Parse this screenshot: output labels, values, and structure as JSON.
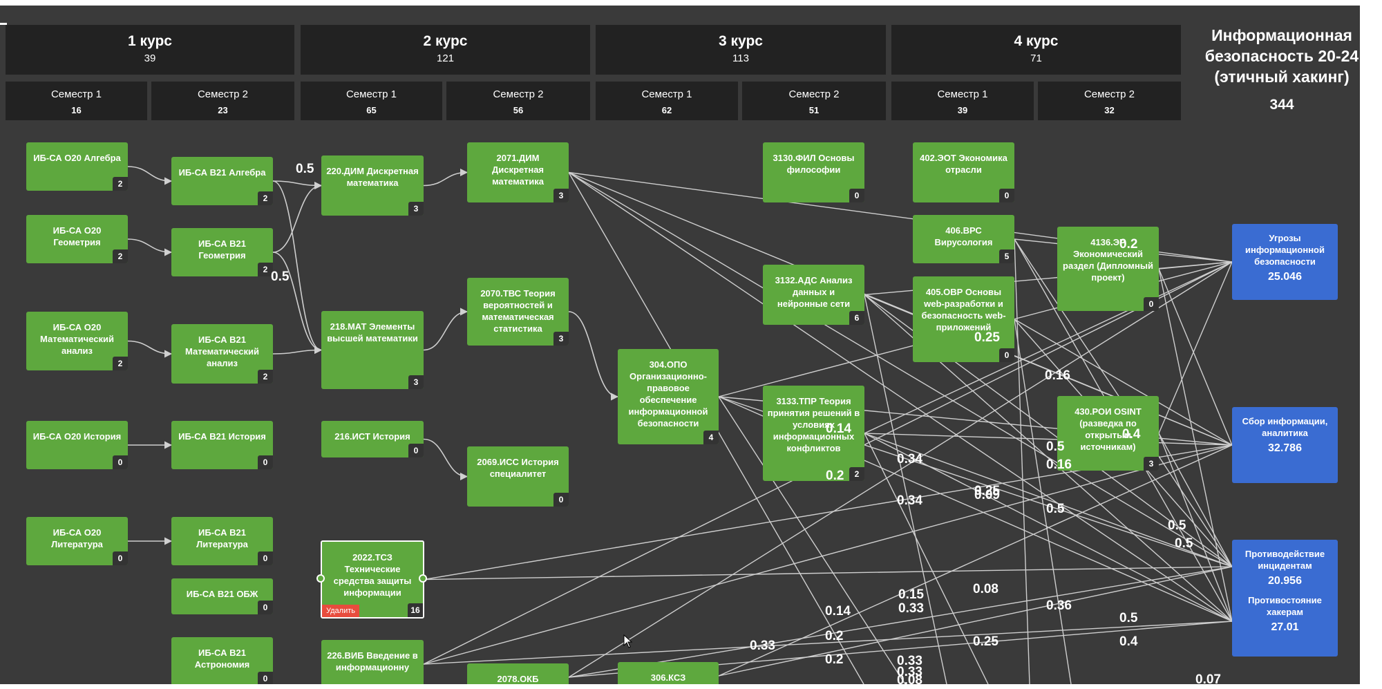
{
  "years": [
    {
      "title": "1 курс",
      "count": "39"
    },
    {
      "title": "2 курс",
      "count": "121"
    },
    {
      "title": "3 курс",
      "count": "113"
    },
    {
      "title": "4 курс",
      "count": "71"
    }
  ],
  "semesters": [
    {
      "title": "Семестр 1",
      "count": "16"
    },
    {
      "title": "Семестр 2",
      "count": "23"
    },
    {
      "title": "Семестр 1",
      "count": "65"
    },
    {
      "title": "Семестр 2",
      "count": "56"
    },
    {
      "title": "Семестр 1",
      "count": "62"
    },
    {
      "title": "Семестр 2",
      "count": "51"
    },
    {
      "title": "Семестр 1",
      "count": "39"
    },
    {
      "title": "Семестр 2",
      "count": "32"
    }
  ],
  "program": {
    "title": "Информационная безопасность 20-24 (этичный хакинг)",
    "total": "344"
  },
  "nodes": [
    {
      "id": "n1",
      "label": "ИБ-СА О20 Алгебра",
      "credits": "2"
    },
    {
      "id": "n2",
      "label": "ИБ-СА О20 Геометрия",
      "credits": "2"
    },
    {
      "id": "n3",
      "label": "ИБ-СА О20 Математический анализ",
      "credits": "2"
    },
    {
      "id": "n4",
      "label": "ИБ-СА О20 История",
      "credits": "0"
    },
    {
      "id": "n5",
      "label": "ИБ-СА О20 Литература",
      "credits": "0"
    },
    {
      "id": "n6",
      "label": "ИБ-СА В21 Алгебра",
      "credits": "2"
    },
    {
      "id": "n7",
      "label": "ИБ-СА В21 Геометрия",
      "credits": "2"
    },
    {
      "id": "n8",
      "label": "ИБ-СА В21 Математический анализ",
      "credits": "2"
    },
    {
      "id": "n9",
      "label": "ИБ-СА В21 История",
      "credits": "0"
    },
    {
      "id": "n10",
      "label": "ИБ-СА В21 Литература",
      "credits": "0"
    },
    {
      "id": "n11",
      "label": "ИБ-СА В21 ОБЖ",
      "credits": "0"
    },
    {
      "id": "n12",
      "label": "ИБ-СА В21 Астрономия",
      "credits": "0"
    },
    {
      "id": "n13",
      "label": "220.ДИМ Дискретная математика",
      "credits": "3"
    },
    {
      "id": "n14",
      "label": "218.МАТ Элементы высшей математики",
      "credits": "3"
    },
    {
      "id": "n15",
      "label": "216.ИСТ История",
      "credits": "0"
    },
    {
      "id": "n16",
      "label": "2022.ТСЗ Технические средства защиты информации",
      "credits": "16"
    },
    {
      "id": "n17",
      "label": "226.ВИБ Введение в информационну",
      "credits": ""
    },
    {
      "id": "n18",
      "label": "2071.ДИМ Дискретная математика",
      "credits": "3"
    },
    {
      "id": "n19",
      "label": "2070.ТВС Теория вероятностей и математическая статистика",
      "credits": "3"
    },
    {
      "id": "n20",
      "label": "2069.ИСС История специалитет",
      "credits": "0"
    },
    {
      "id": "n21",
      "label": "2078.ОКБ",
      "credits": ""
    },
    {
      "id": "n22",
      "label": "304.ОПО Организационно-правовое обеспечение информационной безопасности",
      "credits": "4"
    },
    {
      "id": "n23",
      "label": "306.КСЗ",
      "credits": ""
    },
    {
      "id": "n24",
      "label": "3130.ФИЛ Основы философии",
      "credits": "0"
    },
    {
      "id": "n25",
      "label": "3132.АДС Анализ данных и нейронные сети",
      "credits": "6"
    },
    {
      "id": "n26",
      "label": "3133.ТПР Теория принятия решений в условиях информационных конфликтов",
      "credits": "2"
    },
    {
      "id": "n27",
      "label": "402.ЭОТ Экономика отрасли",
      "credits": "0"
    },
    {
      "id": "n28",
      "label": "406.ВРС Вирусология",
      "credits": "5"
    },
    {
      "id": "n29",
      "label": "405.ОВР Основы web-разработки и безопасность web-приложений",
      "credits": "0"
    },
    {
      "id": "n30",
      "label": "4136.ЭР Экономический раздел (Дипломный проект)",
      "credits": "0"
    },
    {
      "id": "n31",
      "label": "430.РОИ OSINT (разведка по открытым источникам)",
      "credits": "3"
    }
  ],
  "delete_label": "Удалить",
  "targets": [
    {
      "label": "Угрозы информационной безопасности",
      "value": "25.046"
    },
    {
      "label": "Сбор информации, аналитика",
      "value": "32.786"
    },
    {
      "label": "Противодействие инцидентам",
      "value": "20.956"
    },
    {
      "label": "Противостояние хакерам",
      "value": "27.01"
    }
  ],
  "weights": [
    "0.5",
    "0.5",
    "0.2",
    "0.25",
    "0.16",
    "0.14",
    "0.2",
    "0.34",
    "0.34",
    "0.25",
    "0.09",
    "0.4",
    "0.5",
    "0.16",
    "0.5",
    "0.5",
    "0.5",
    "0.15",
    "0.33",
    "0.08",
    "0.36",
    "0.14",
    "0.2",
    "0.2",
    "0.33",
    "0.25",
    "0.33",
    "0.33",
    "0.08",
    "0.5",
    "0.4",
    "0.07"
  ]
}
